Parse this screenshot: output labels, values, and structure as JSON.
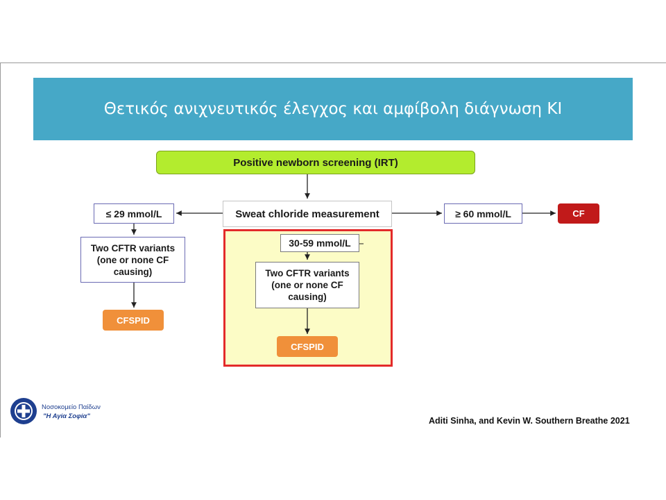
{
  "slide": {
    "title": "Θετικός ανιχνευτικός έλεγχος και αμφίβολη διάγνωση ΚΙ",
    "citation": "Aditi Sinha, and Kevin W. Southern Breathe 2021",
    "hospital": {
      "name": "Νοσοκομείο Παίδων",
      "subtitle": "\"Η Αγία Σοφία\""
    }
  },
  "flow": {
    "screening": "Positive newborn screening (IRT)",
    "sweat": "Sweat chloride measurement",
    "low_threshold": "≤ 29 mmol/L",
    "high_threshold": "≥ 60 mmol/L",
    "mid_range": "30-59 mmol/L",
    "cf_result": "CF",
    "left_cftr": [
      "Two CFTR variants",
      "(one or none CF",
      "causing)"
    ],
    "mid_cftr": [
      "Two CFTR variants",
      "(one or none CF",
      "causing)"
    ],
    "left_outcome": "CFSPID",
    "mid_outcome": "CFSPID"
  },
  "colors": {
    "title_band": "#46a8c7",
    "screening_fill": "#b3ec2e",
    "cf_fill": "#c11a1a",
    "cfspid_fill": "#f0903a",
    "highlight_fill": "#fcfcc6",
    "highlight_border": "#e32a2a"
  }
}
